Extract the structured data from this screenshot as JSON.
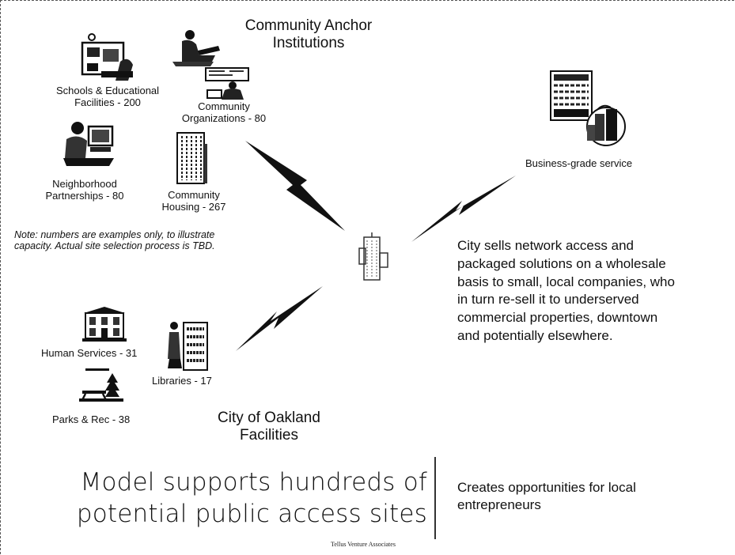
{
  "title": "Community Anchor\nInstitutions",
  "anchors": [
    {
      "label": "Schools & Educational\nFacilities - 200",
      "icon": "school-icon"
    },
    {
      "label": "Community\nOrganizations - 80",
      "icon": "community-organizations-icon"
    },
    {
      "label": "Neighborhood\nPartnerships - 80",
      "icon": "computer-user-icon"
    },
    {
      "label": "Community\nHousing - 267",
      "icon": "housing-tower-icon"
    }
  ],
  "note": "Note: numbers are examples only, to illustrate\ncapacity. Actual site selection process is TBD.",
  "facilities_title": "City of Oakland\nFacilities",
  "facilities": [
    {
      "label": "Human Services - 31",
      "icon": "building-icon"
    },
    {
      "label": "Libraries - 17",
      "icon": "library-icon"
    },
    {
      "label": "Parks & Rec - 38",
      "icon": "park-icon"
    }
  ],
  "business": {
    "label": "Business-grade service",
    "icon": "office-buildings-icon"
  },
  "city_text": "City sells network access and\npackaged solutions on a wholesale\nbasis to small, local companies, who\nin turn re-sell it to underserved\ncommercial properties, downtown\nand potentially elsewhere.",
  "bottom_left": "Model supports hundreds of\npotential public access sites",
  "bottom_right": "Creates opportunities for local\nentrepreneurs",
  "credit": "Tellus Venture Associates",
  "colors": {
    "ink": "#111111",
    "background": "#ffffff"
  }
}
